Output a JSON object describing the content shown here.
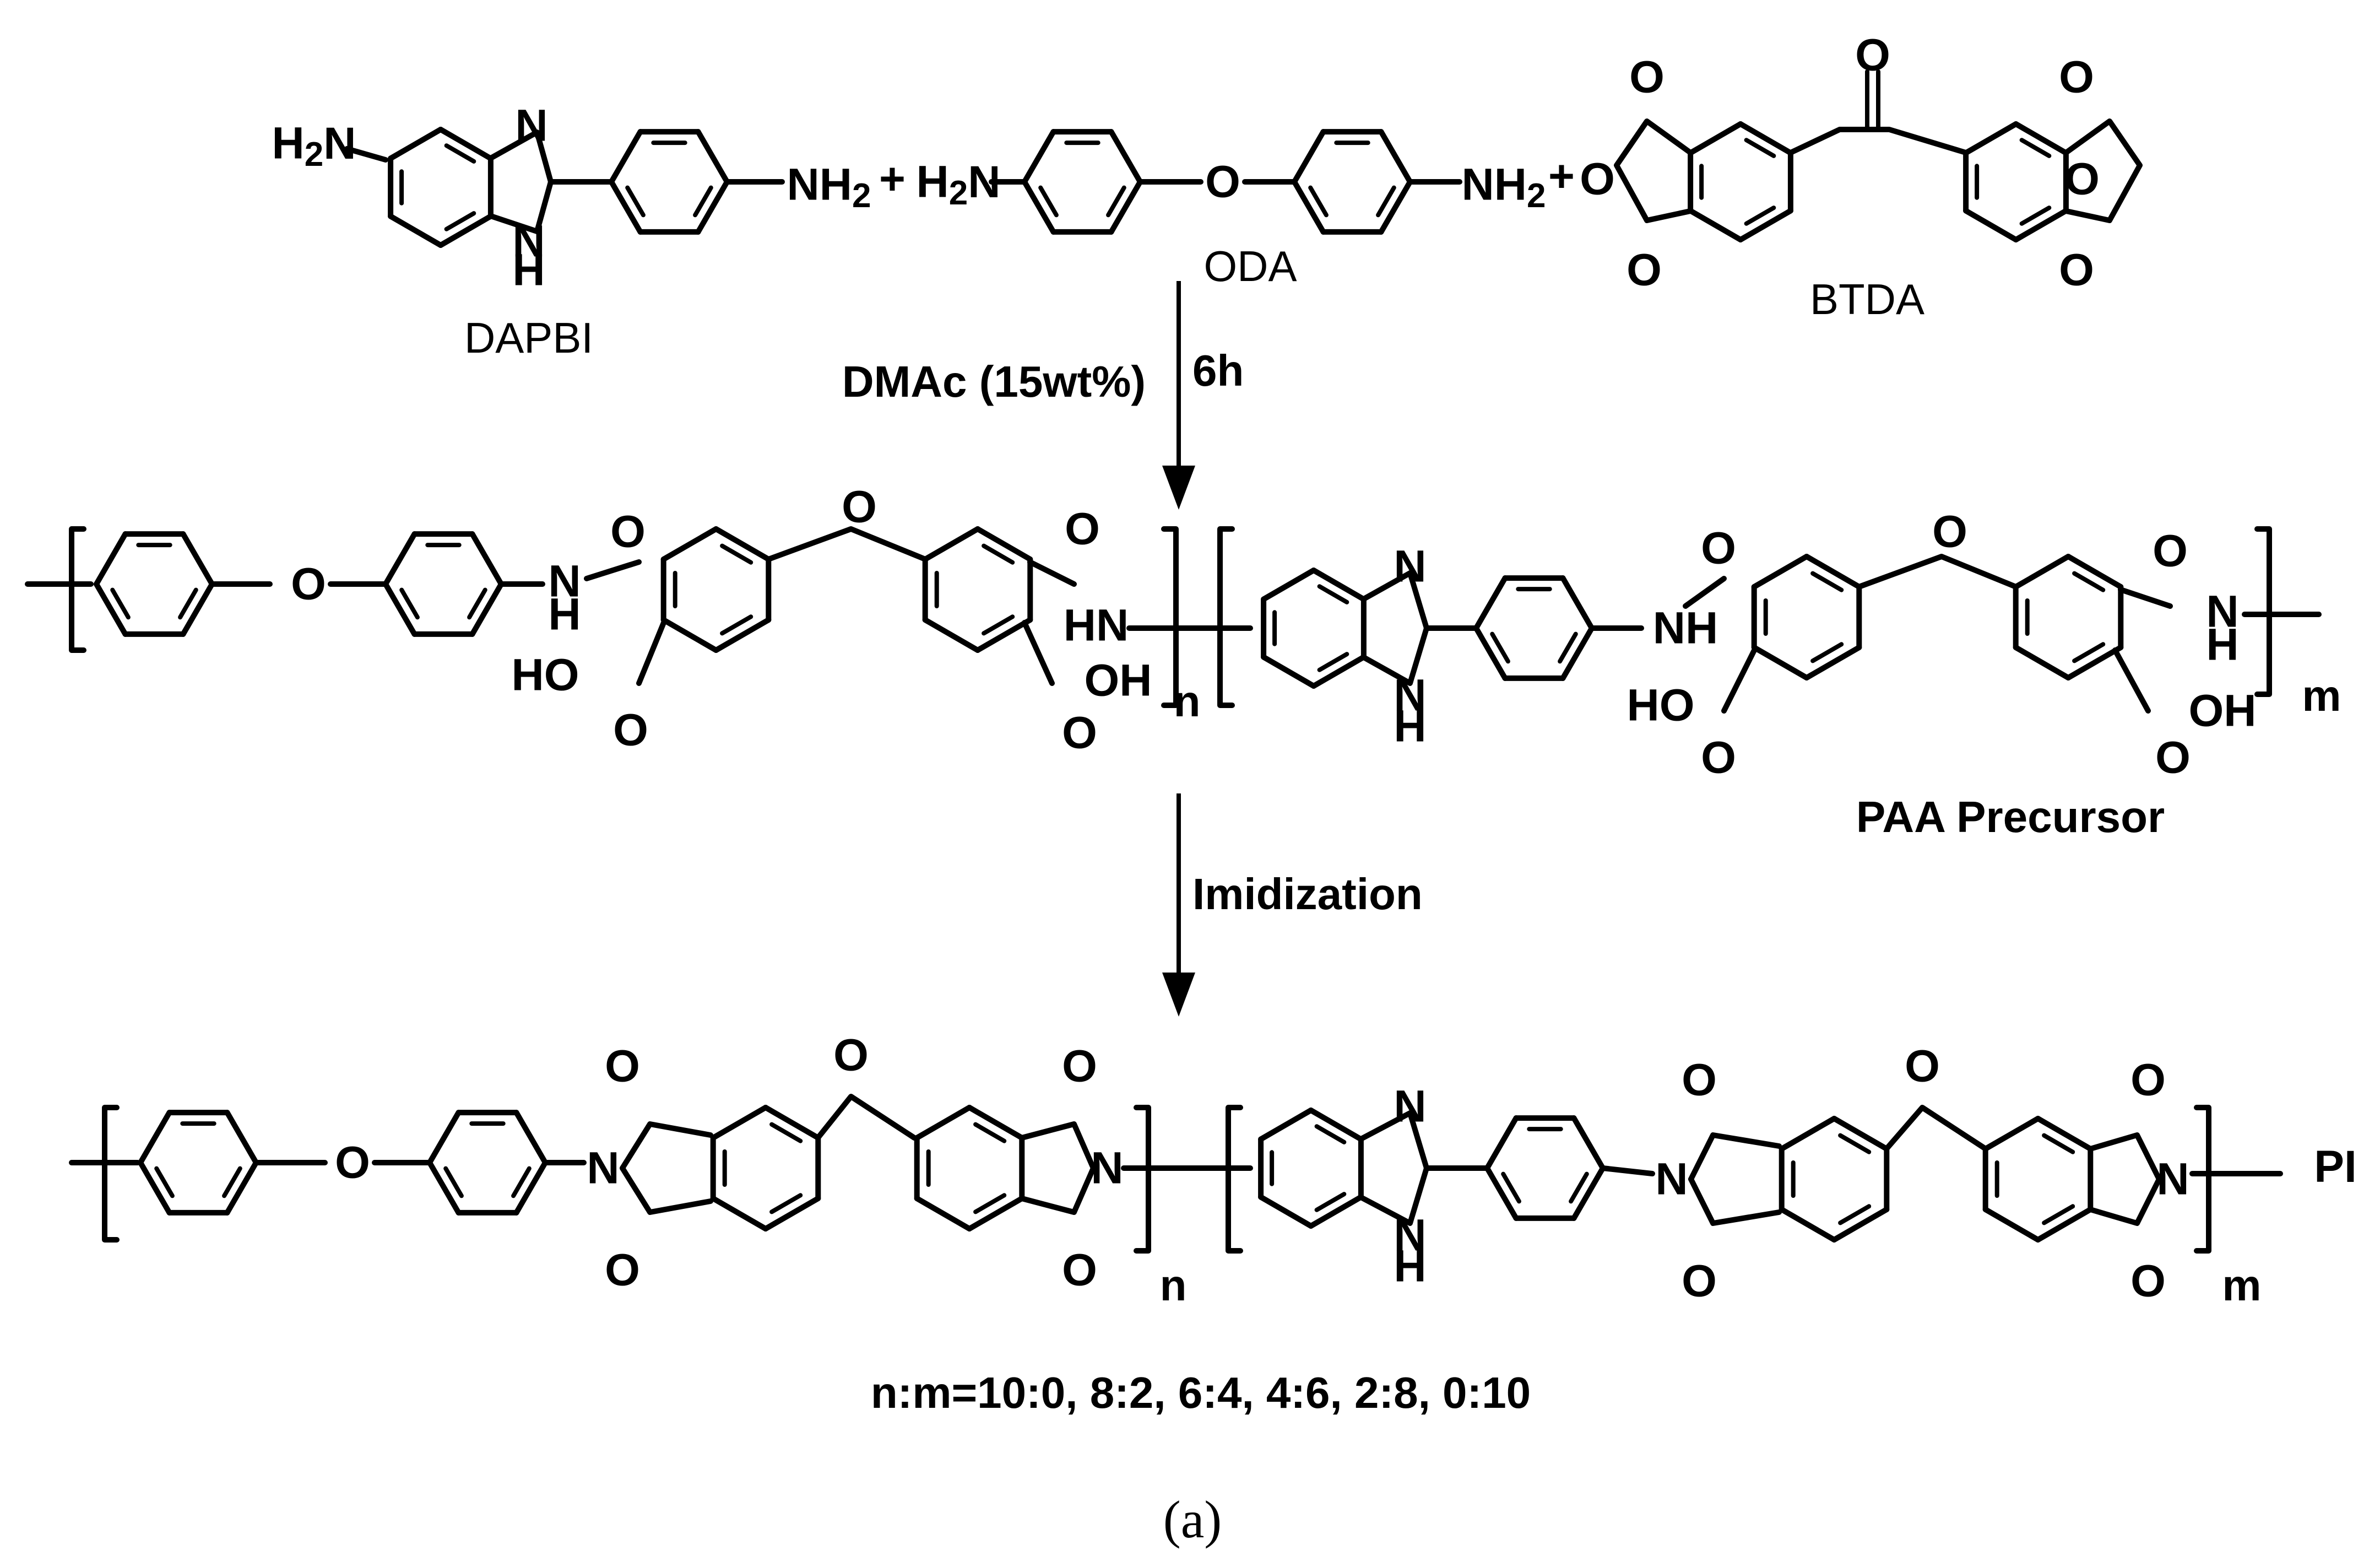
{
  "reactants": {
    "dapbi_label": "DAPBI",
    "oda_label": "ODA",
    "btda_label": "BTDA",
    "plus": "+"
  },
  "atoms": {
    "h2n": "H2N",
    "nh2": "NH2",
    "n": "N",
    "h": "H",
    "o": "O",
    "nh": "NH",
    "hn": "HN",
    "ho": "HO",
    "oh": "OH"
  },
  "step1": {
    "solvent": "DMAc (15wt%)",
    "time": "6h"
  },
  "intermediate": {
    "label": "PAA Precursor",
    "n_index": "n",
    "m_index": "m"
  },
  "step2": {
    "label": "Imidization"
  },
  "product": {
    "label": "PI",
    "n_index": "n",
    "m_index": "m",
    "ratios": "n:m=10:0, 8:2, 6:4, 4:6, 2:8, 0:10"
  },
  "caption": "(a)"
}
